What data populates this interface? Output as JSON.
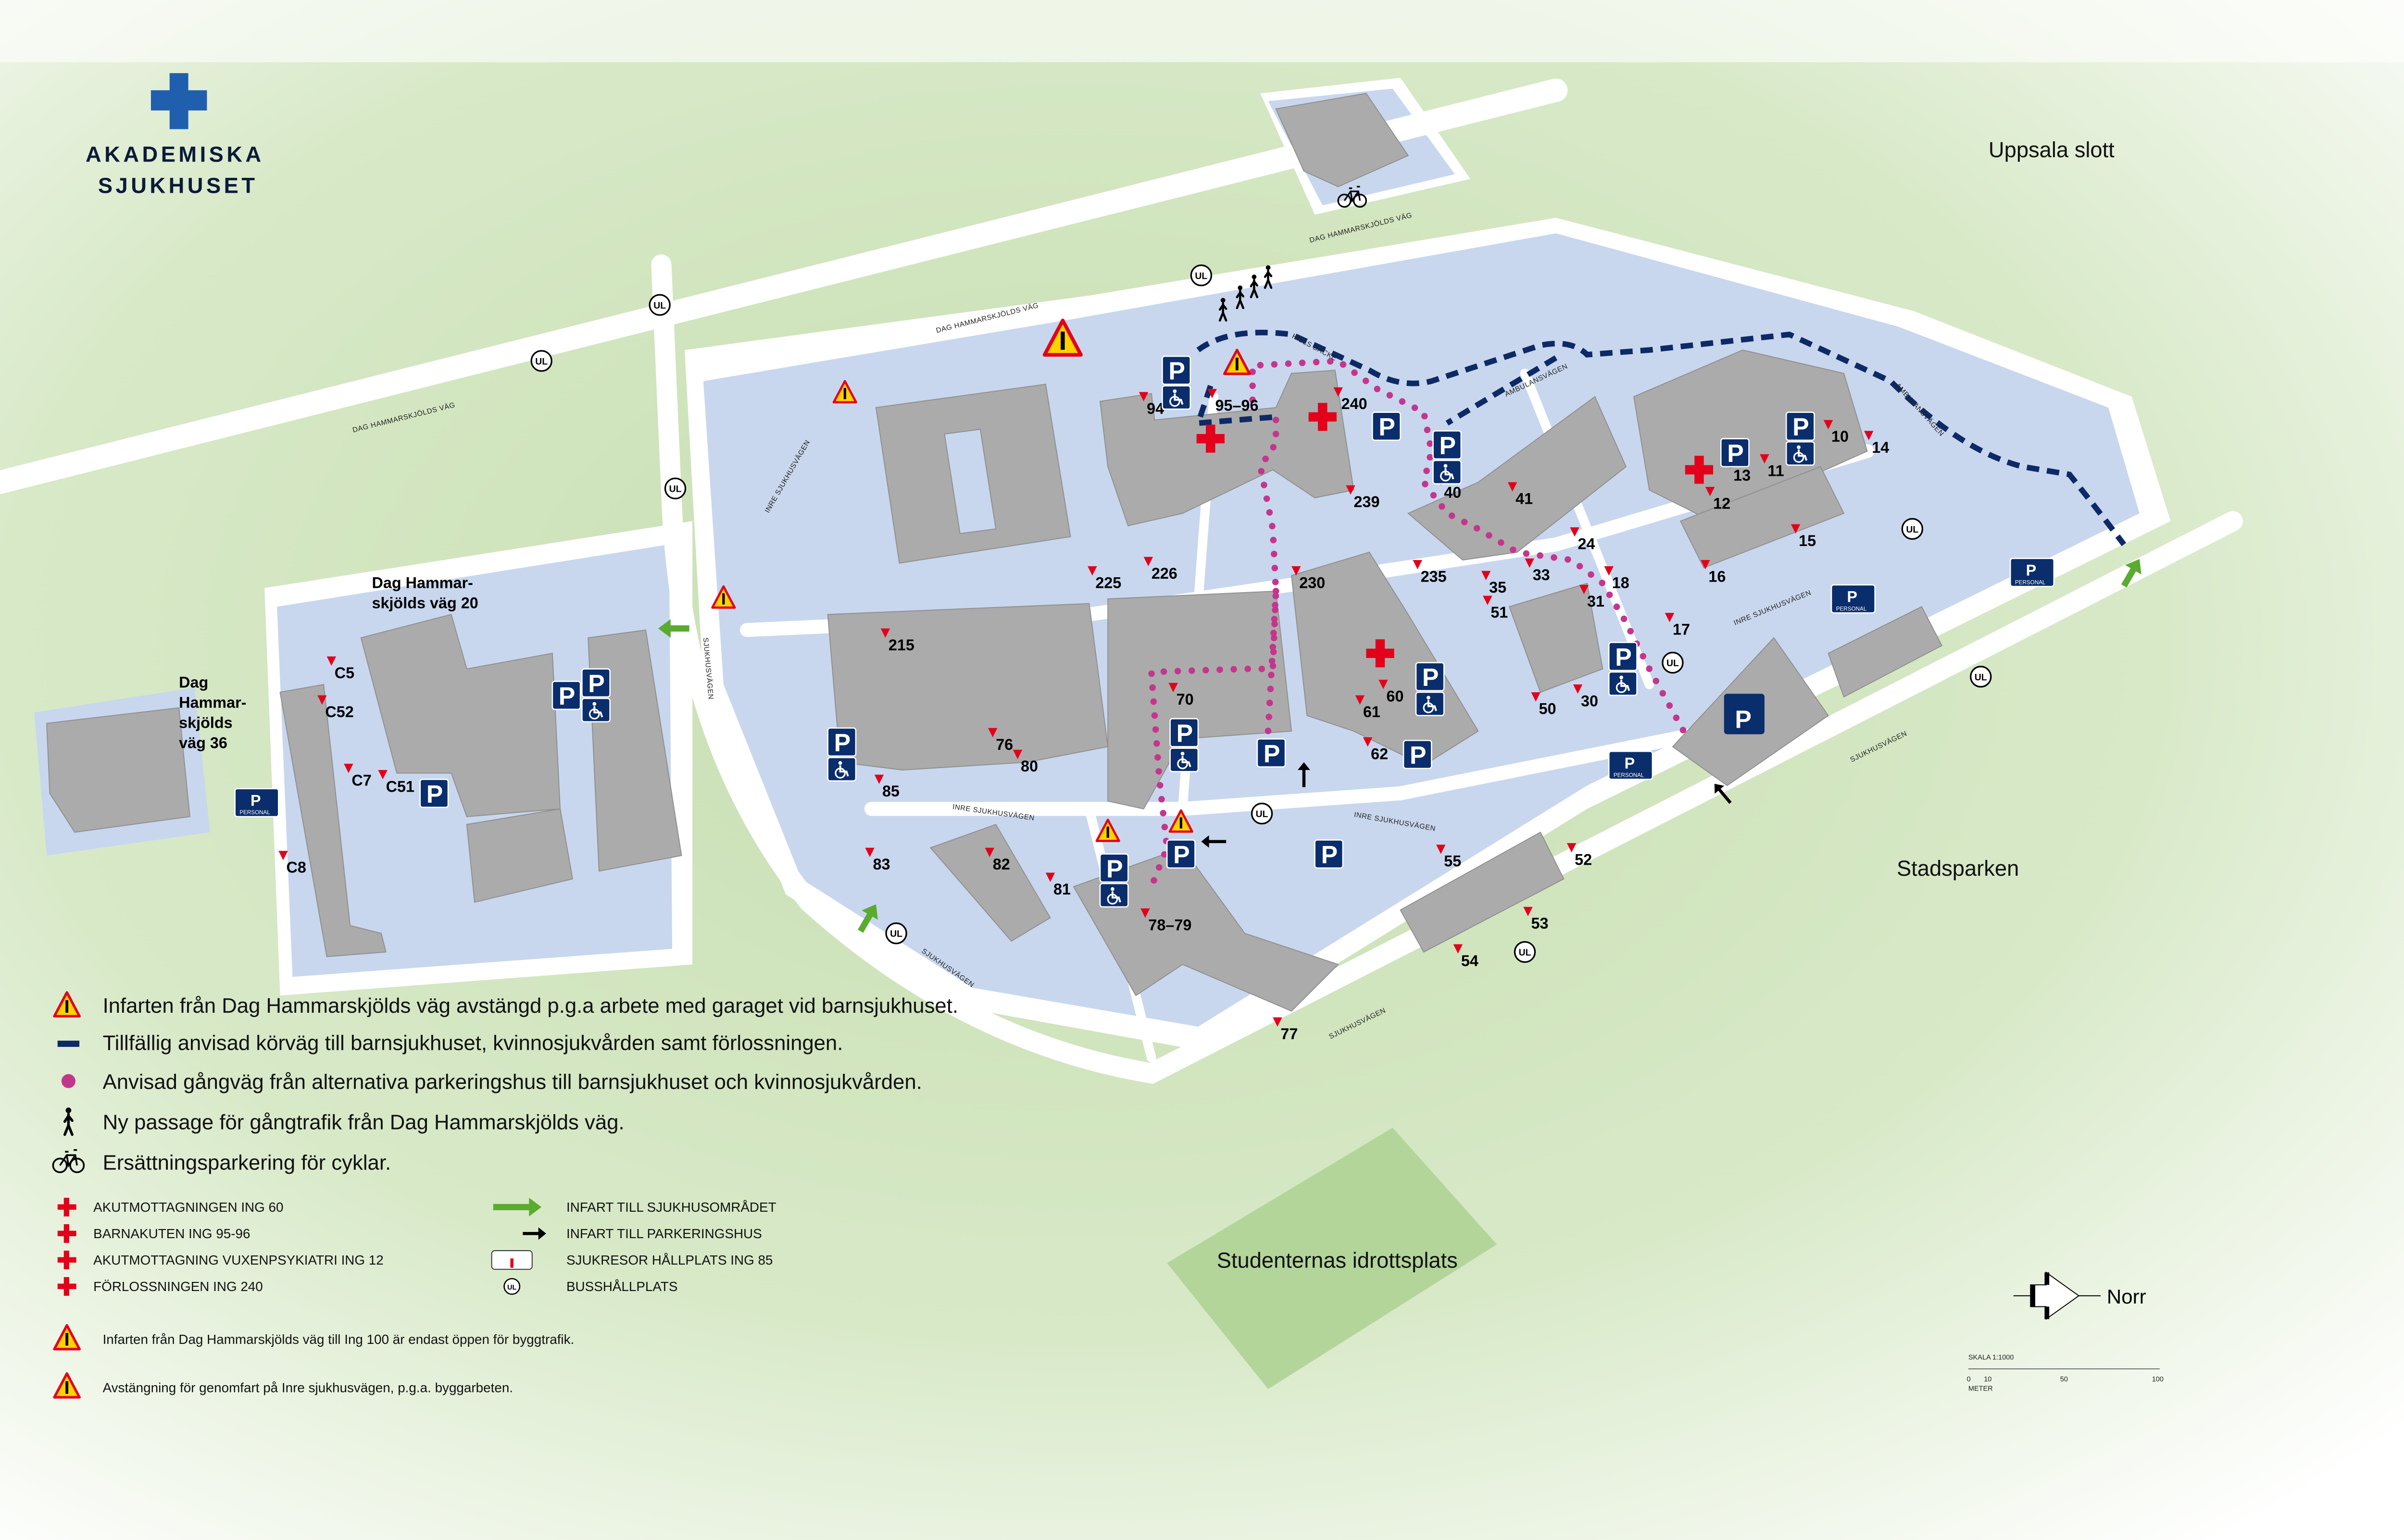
{
  "logo": {
    "line1": "AKADEMISKA",
    "line2": "SJUKHUSET"
  },
  "places": {
    "uppsala_slott": "Uppsala slott",
    "stadsparken": "Stadsparken",
    "studenternas": "Studenternas idrottsplats",
    "dhv20_line1": "Dag Hammar-",
    "dhv20_line2": "skjölds väg 20",
    "dhv36_line1": "Dag",
    "dhv36_line2": "Hammar-",
    "dhv36_line3": "skjölds",
    "dhv36_line4": "väg 36"
  },
  "roads": {
    "dag_hammarskjolds_vag": "DAG HAMMARSKJÖLDS VÄG",
    "sjukhusvagen": "SJUKHUSVÄGEN",
    "inre_sjukhusvagen": "INRE SJUKHUSVÄGEN",
    "hills_backe": "HILLS BACKE",
    "ambulansvagen": "AMBULANSVÄGEN"
  },
  "entrances": [
    "94",
    "95–96",
    "240",
    "239",
    "40",
    "41",
    "24",
    "33",
    "18",
    "31",
    "35",
    "51",
    "235",
    "230",
    "226",
    "225",
    "215",
    "10",
    "14",
    "13",
    "11",
    "12",
    "15",
    "16",
    "17",
    "30",
    "50",
    "60",
    "61",
    "62",
    "70",
    "76",
    "80",
    "85",
    "83",
    "82",
    "81",
    "78–79",
    "77",
    "55",
    "52",
    "53",
    "54",
    "C5",
    "C52",
    "C7",
    "C51",
    "C8"
  ],
  "signs": {
    "parking": "P",
    "personal": "PERSONAL",
    "bus_stop": "UL"
  },
  "legend": {
    "main": [
      {
        "icon": "warning-icon",
        "text": "Infarten från Dag Hammarskjölds väg avstängd p.g.a arbete med garaget vid barnsjukhuset."
      },
      {
        "icon": "dashed-route-icon",
        "text": "Tillfällig anvisad körväg till barnsjukhuset, kvinnosjukvården samt förlossningen."
      },
      {
        "icon": "dotted-walkway-icon",
        "text": "Anvisad gångväg från alternativa parkeringshus till barnsjukhuset och kvinnosjukvården."
      },
      {
        "icon": "pedestrian-icon",
        "text": "Ny passage för gångtrafik från Dag Hammarskjölds väg."
      },
      {
        "icon": "bicycle-icon",
        "text": "Ersättningsparkering för cyklar."
      }
    ],
    "emergency": [
      "AKUTMOTTAGNINGEN ING 60",
      "BARNAKUTEN ING 95-96",
      "AKUTMOTTAGNING VUXENPSYKIATRI ING 12",
      "FÖRLOSSNINGEN ING 240"
    ],
    "access": [
      {
        "icon": "green-arrow-icon",
        "text": "INFART TILL SJUKHUSOMRÅDET"
      },
      {
        "icon": "black-arrow-icon",
        "text": "INFART TILL PARKERINGSHUS"
      },
      {
        "icon": "ambulance-bus-icon",
        "text": "SJUKRESOR HÅLLPLATS ING 85"
      },
      {
        "icon": "bus-stop-icon",
        "text": "BUSSHÅLLPLATS"
      }
    ],
    "warnings": [
      "Infarten från Dag Hammarskjölds väg till Ing 100 är endast öppen för byggtrafik.",
      "Avstängning för genomfart på Inre sjukhusvägen, p.g.a. byggarbeten."
    ]
  },
  "compass": {
    "label": "Norr"
  },
  "scale": {
    "title": "SKALA 1:1000",
    "ticks": [
      "0",
      "10",
      "50",
      "100"
    ],
    "unit": "METER"
  },
  "colors": {
    "building": "#ababab",
    "pavement": "#c8d7ee",
    "grass": "#cfe3bd",
    "route_navy": "#0d2a66",
    "walkway_magenta": "#c4368d",
    "parking_blue": "#0a2d6b",
    "cross_red": "#e3001b",
    "arrow_green": "#5aab2f"
  }
}
